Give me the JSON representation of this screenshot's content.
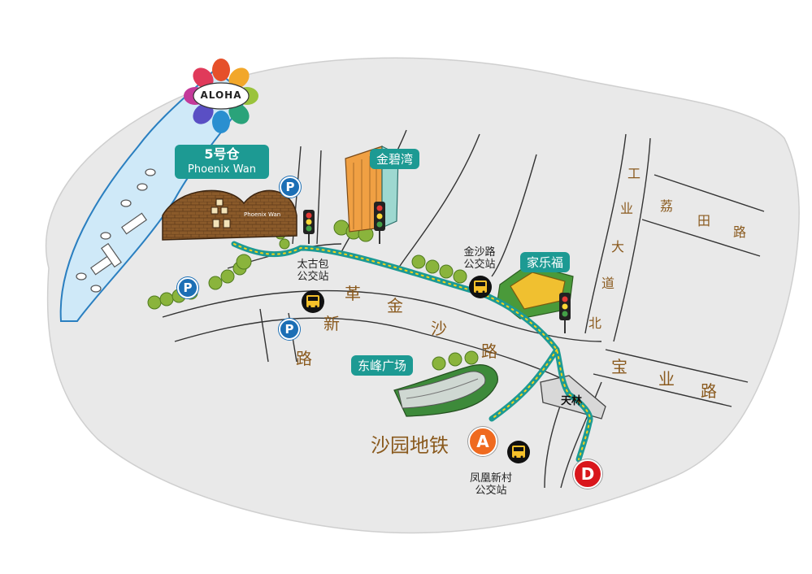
{
  "logo": {
    "text": "ALOHA"
  },
  "landmarks": {
    "phoenix": {
      "name_cn": "5号仓",
      "name_en": "Phoenix Wan",
      "building_sign": "Phoenix Wan"
    },
    "jinbiwan": {
      "name": "金碧湾"
    },
    "carrefour": {
      "name": "家乐福"
    },
    "plaza": {
      "name": "东峰广场"
    },
    "tianlin": {
      "name": "天林"
    }
  },
  "roads": {
    "gexin": [
      "革",
      "新",
      "路"
    ],
    "jinsha": [
      "金",
      "沙",
      "路"
    ],
    "gongye": [
      "工",
      "业",
      "大",
      "道",
      "北"
    ],
    "bao": [
      "宝",
      "业",
      "路"
    ],
    "li": [
      "荔",
      "田",
      "路"
    ]
  },
  "bus_stops": {
    "taigubao": [
      "太古包",
      "公交站"
    ],
    "jinsha": [
      "金沙路",
      "公交站"
    ],
    "fenghuang": [
      "凤凰新村",
      "公交站"
    ]
  },
  "metro": {
    "label": "沙园地铁",
    "exit_a": "A",
    "exit_d": "D"
  },
  "parking": {
    "label": "P"
  },
  "colors": {
    "teal": "#1d9a93",
    "route_dot": "#f5d21a",
    "exit_a": "#ef6a1f",
    "exit_d": "#d9161c",
    "parking": "#1c6fb5",
    "river": "#cfe9f8",
    "land": "#e8e8e8",
    "road_text": "#8a5a1e"
  }
}
